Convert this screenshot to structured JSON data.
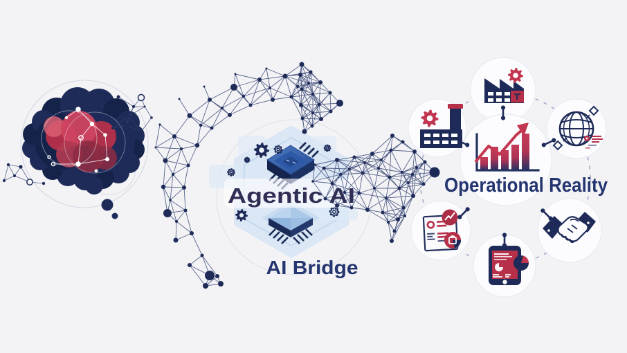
{
  "labels": {
    "agentic_ai": "Agentic AI",
    "ai_bridge": "AI Bridge",
    "operational_reality": "Operational Reality"
  },
  "colors": {
    "background": "#f3f3f6",
    "navy": "#1e2b58",
    "navy_deep": "#15224a",
    "mesh_line": "#31406f",
    "red": "#b7304a",
    "red_bright": "#cf4560",
    "red_dark": "#8e2c44",
    "light_blue": "#d6e4f4",
    "light_blue_deep": "#bcd3ec",
    "chip_blue": "#2d59a6",
    "text_dark_navy": "#312e55",
    "text_blue": "#24356f",
    "dashed_circle": "#97a3c0",
    "white_circle": "#fcfcfe"
  },
  "icons": [
    {
      "name": "thought-bubble-brain-icon"
    },
    {
      "name": "network-arrow-curved-icon"
    },
    {
      "name": "network-arrow-right-icon"
    },
    {
      "name": "cpu-chip-top-icon"
    },
    {
      "name": "cpu-chip-bottom-icon"
    },
    {
      "name": "gear-icon"
    },
    {
      "name": "factory-gear-icon"
    },
    {
      "name": "factory-chimney-gear-icon"
    },
    {
      "name": "growth-bar-chart-icon"
    },
    {
      "name": "globe-icon"
    },
    {
      "name": "report-document-icon"
    },
    {
      "name": "tablet-analytics-icon"
    },
    {
      "name": "handshake-icon"
    },
    {
      "name": "dashed-connector-circle"
    }
  ]
}
